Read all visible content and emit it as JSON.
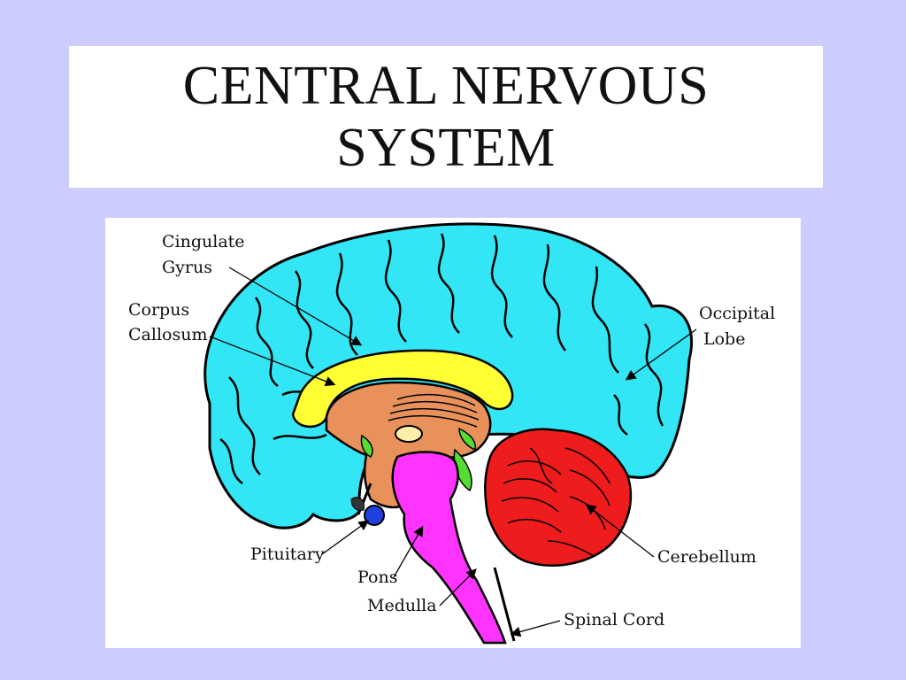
{
  "slide": {
    "title_line1": "CENTRAL NERVOUS",
    "title_line2": "SYSTEM"
  },
  "diagram": {
    "labels": {
      "cingulate_1": "Cingulate",
      "cingulate_2": "Gyrus",
      "corpus_1": "Corpus",
      "corpus_2": "Callosum",
      "occipital_1": "Occipital",
      "occipital_2": "Lobe",
      "pituitary": "Pituitary",
      "pons": "Pons",
      "medulla": "Medulla",
      "cerebellum": "Cerebellum",
      "spinal_cord": "Spinal Cord"
    },
    "colors": {
      "background": "#ccccff",
      "cerebrum": "#33e6f5",
      "corpus_callosum": "#ffff33",
      "midbrain": "#e8915a",
      "pons_medulla": "#ff33ff",
      "cerebellum": "#ee1c1c",
      "pituitary": "#1f3fe0",
      "thalamus_accent": "#55dd33",
      "pineal": "#ffeeaa"
    }
  }
}
